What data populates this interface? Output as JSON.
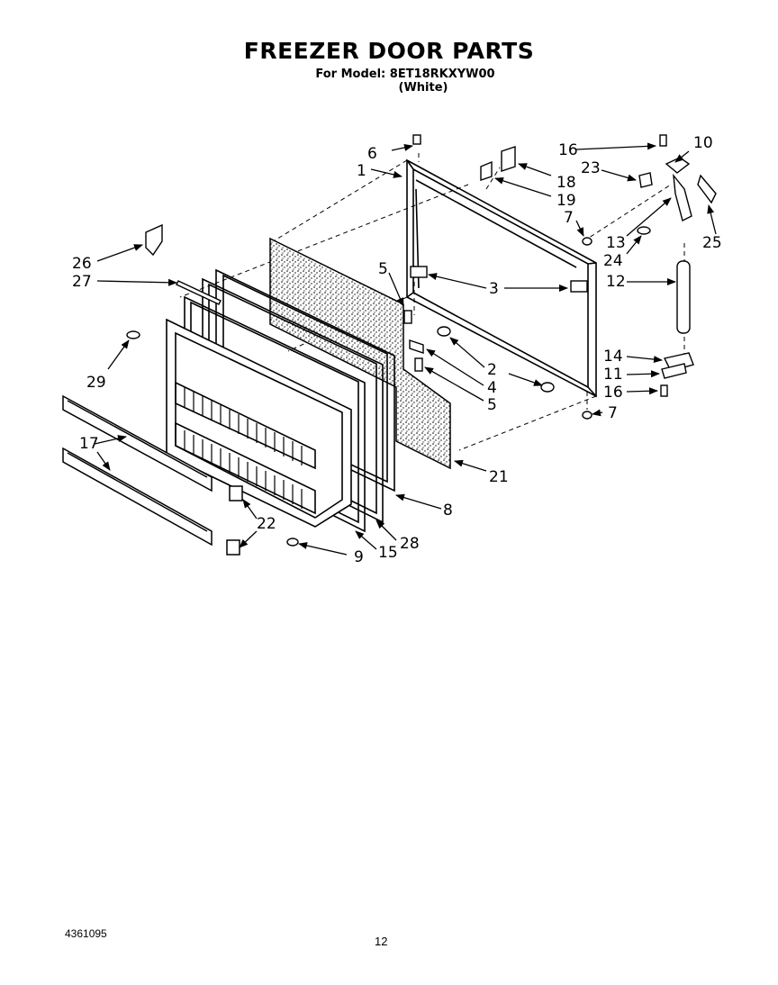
{
  "header": {
    "title": "FREEZER DOOR PARTS",
    "model_line": "For Model: 8ET18RKXYW00",
    "color_line": "(White)"
  },
  "footer": {
    "doc_number": "4361095",
    "page_number": "12"
  },
  "callouts": {
    "c1": "1",
    "c2": "2",
    "c3": "3",
    "c4": "4",
    "c5a": "5",
    "c5b": "5",
    "c6": "6",
    "c7a": "7",
    "c7b": "7",
    "c8": "8",
    "c9": "9",
    "c10": "10",
    "c11": "11",
    "c12": "12",
    "c13": "13",
    "c14": "14",
    "c15": "15",
    "c16a": "16",
    "c16b": "16",
    "c17": "17",
    "c18": "18",
    "c19": "19",
    "c21": "21",
    "c22": "22",
    "c23": "23",
    "c24": "24",
    "c25": "25",
    "c26": "26",
    "c27": "27",
    "c28": "28",
    "c29": "29"
  }
}
